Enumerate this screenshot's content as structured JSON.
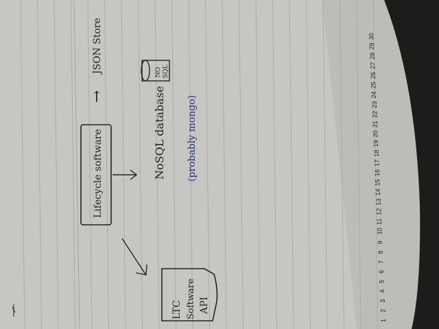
{
  "notebook": {
    "colors": {
      "paper": "#c9c8c4",
      "paper_shadow": "#9f9e9a",
      "rule_line": "#a7a7ad",
      "ink_black": "#232325",
      "ink_blue": "#2b2f7a",
      "background": "#1d1c1a"
    }
  },
  "sketch": {
    "box_lifecycle": {
      "label": "Lifecycle software"
    },
    "nosql_label": "NoSQL database",
    "probably_note": "(probably mongo)",
    "db_icon": {
      "line1": "NO",
      "line2": "SQL"
    },
    "json_store": "JSON Store",
    "arrow_right": "→",
    "ltc_box": {
      "line1": "LTC",
      "line2": "Software",
      "line3": "API"
    }
  },
  "calendar": {
    "days": [
      "1",
      "2",
      "3",
      "4",
      "5",
      "6",
      "7",
      "8",
      "9",
      "10",
      "11",
      "12",
      "13",
      "14",
      "15",
      "16",
      "17",
      "18",
      "19",
      "20",
      "21",
      "22",
      "23",
      "24",
      "25",
      "26",
      "27",
      "28",
      "29",
      "30"
    ]
  }
}
